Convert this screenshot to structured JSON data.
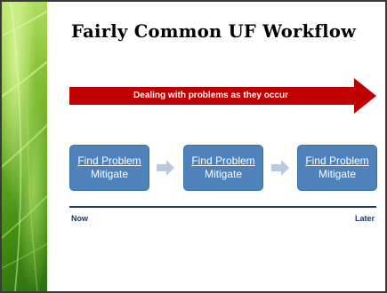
{
  "slide": {
    "title": "Fairly Common UF Workflow",
    "timeline_label": "Dealing with problems as they occur",
    "steps": [
      {
        "link": "Find Problem",
        "action": "Mitigate"
      },
      {
        "link": "Find Problem",
        "action": "Mitigate"
      },
      {
        "link": "Find Problem",
        "action": "Mitigate"
      }
    ],
    "axis_start": "Now",
    "axis_end": "Later"
  },
  "colors": {
    "timeline_arrow": "#c00000",
    "step_box": "#4f81bd",
    "step_connector": "#b8c9e1",
    "axis_rule": "#1f3864",
    "leaf_green": "#5ea422"
  }
}
